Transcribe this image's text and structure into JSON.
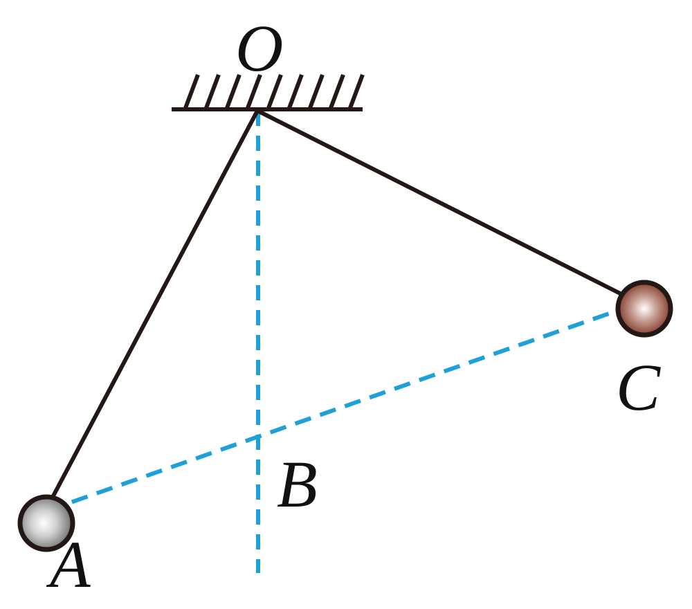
{
  "labels": {
    "o": "O",
    "a": "A",
    "b": "B",
    "c": "C"
  },
  "colors": {
    "rod": "#231815",
    "dashed": "#1ea0d8",
    "ball_a": "#9a9a9a",
    "ball_c": "#8a3b2a",
    "outline": "#231815",
    "text": "#111111"
  },
  "icons": {
    "support": "hatched-ceiling-icon",
    "ball_a": "gray-sphere-icon",
    "ball_c": "brown-sphere-icon"
  }
}
